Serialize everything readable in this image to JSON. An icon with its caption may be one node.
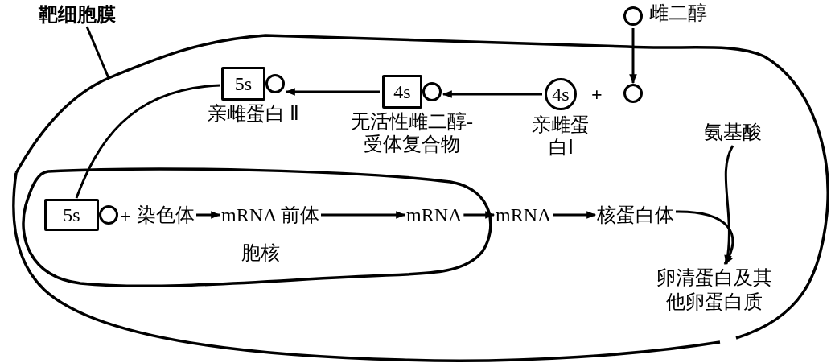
{
  "diagram": {
    "nodes": [
      {
        "text": [
          "靶细胞膜"
        ]
      },
      {
        "text": [],
        "shape": "oval"
      },
      {
        "text": [],
        "shape": "circle",
        "beside": [
          "雌二醇"
        ]
      },
      {
        "text": [
          "4s"
        ],
        "beside": [
          "亲雌蛋白Ⅰ"
        ],
        "in": 1
      },
      {
        "text": [],
        "shape": "circle",
        "in": 1
      },
      {
        "text": [
          "4s"
        ],
        "beside": [
          "无活性雌二醇-受体复合物"
        ],
        "in": 1
      },
      {
        "text": [
          "5s"
        ],
        "beside": [
          "亲雌蛋白 Ⅱ"
        ],
        "in": 1
      },
      {
        "text": [
          "胞核"
        ],
        "in": 1
      },
      {
        "text": [
          "5s"
        ],
        "in": 7
      },
      {
        "text": [
          "染色体"
        ],
        "in": 7
      },
      {
        "text": [
          "mRNA 前体"
        ],
        "in": 7
      },
      {
        "text": [
          "mRNA"
        ],
        "in": 7
      },
      {
        "text": [
          "mRNA"
        ],
        "in": 1
      },
      {
        "text": [
          "核蛋白体"
        ],
        "in": 1
      },
      {
        "text": [
          "氨基酸"
        ],
        "in": 1
      },
      {
        "text": [
          "卵清蛋白及其他卵蛋白质"
        ],
        "in": 1
      }
    ],
    "edges": [
      {
        "from": 0,
        "to": 1,
        "arrow": "none"
      },
      {
        "from": 2,
        "to": 4,
        "arrow": "to"
      },
      {
        "from": 3,
        "to": 5,
        "arrow": "to"
      },
      {
        "from": 5,
        "to": 6,
        "arrow": "to"
      },
      {
        "from": 6,
        "to": 8,
        "arrow": "none"
      },
      {
        "from": 9,
        "to": 10,
        "arrow": "to"
      },
      {
        "from": 10,
        "to": 11,
        "arrow": "to"
      },
      {
        "from": 11,
        "to": 12,
        "arrow": "to"
      },
      {
        "from": 12,
        "to": 13,
        "arrow": "to"
      },
      {
        "from": 13,
        "to": 15,
        "arrow": "to"
      },
      {
        "from": 14,
        "to": 15,
        "arrow": "to"
      }
    ],
    "labels": [
      "+",
      "+"
    ]
  }
}
